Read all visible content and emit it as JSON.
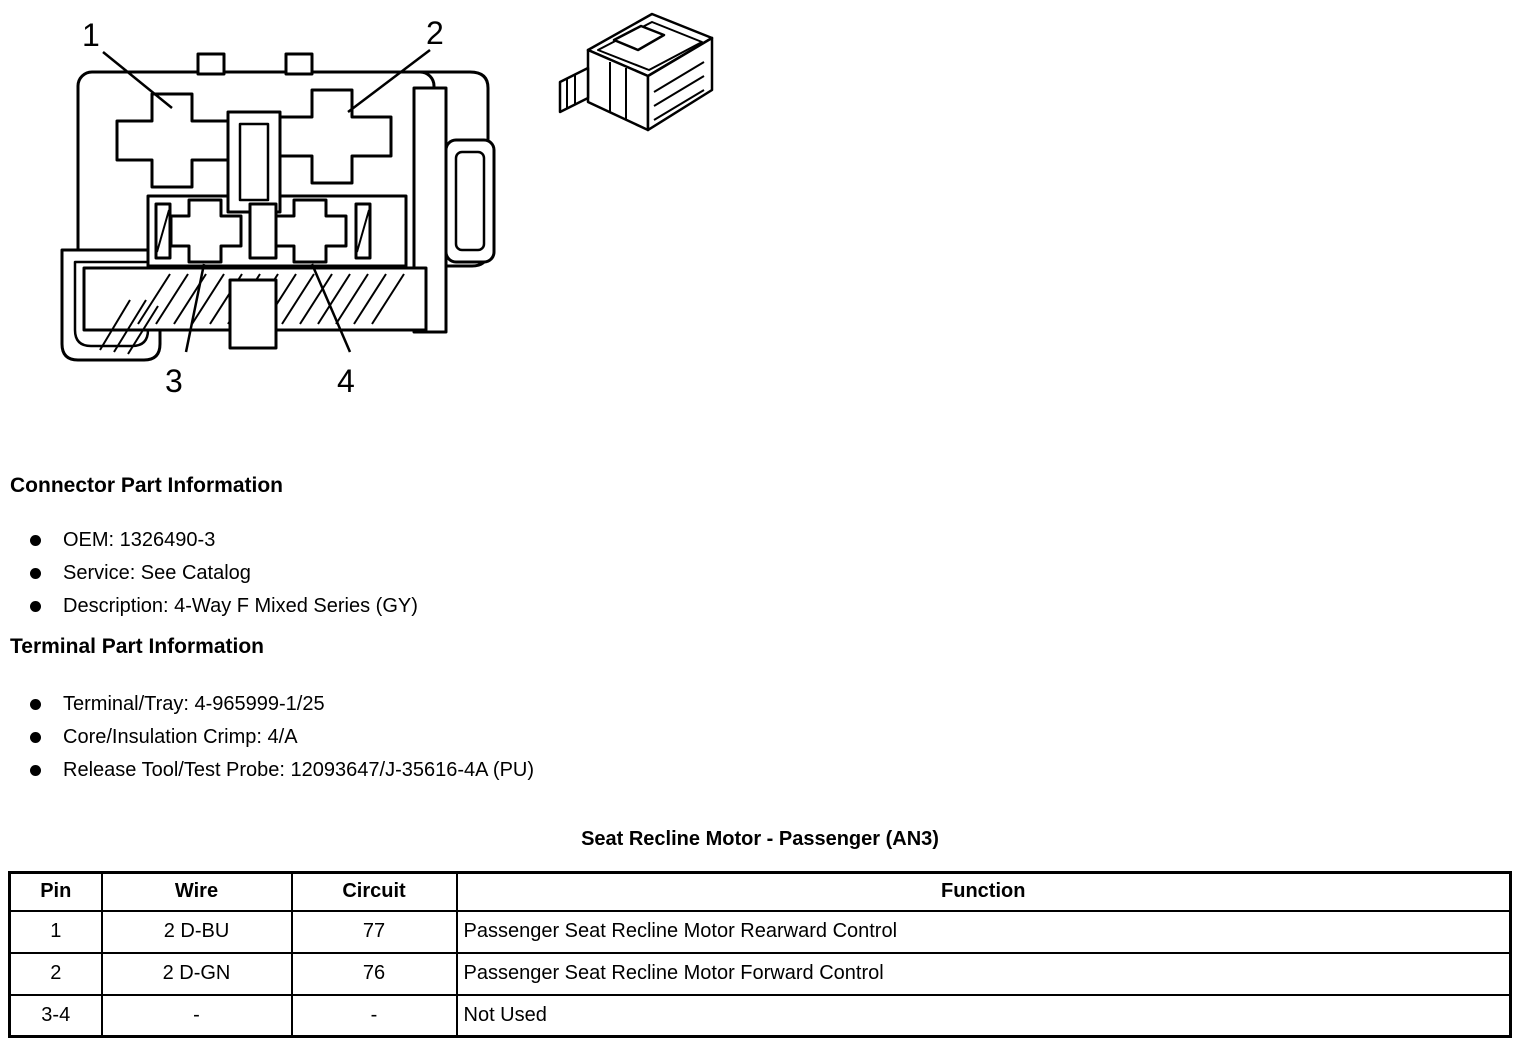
{
  "diagram": {
    "pin_labels": [
      "1",
      "2",
      "3",
      "4"
    ]
  },
  "sections": {
    "connector": {
      "title": "Connector Part Information",
      "items": [
        "OEM: 1326490-3",
        "Service: See Catalog",
        "Description: 4-Way F Mixed Series (GY)"
      ]
    },
    "terminal": {
      "title": "Terminal Part Information",
      "items": [
        "Terminal/Tray: 4-965999-1/25",
        "Core/Insulation Crimp: 4/A",
        "Release Tool/Test Probe: 12093647/J-35616-4A (PU)"
      ]
    }
  },
  "table": {
    "title": "Seat Recline Motor - Passenger (AN3)",
    "headers": [
      "Pin",
      "Wire",
      "Circuit",
      "Function"
    ],
    "rows": [
      [
        "1",
        "2 D-BU",
        "77",
        "Passenger Seat Recline Motor Rearward Control"
      ],
      [
        "2",
        "2 D-GN",
        "76",
        "Passenger Seat Recline Motor Forward Control"
      ],
      [
        "3-4",
        "-",
        "-",
        "Not Used"
      ]
    ]
  }
}
